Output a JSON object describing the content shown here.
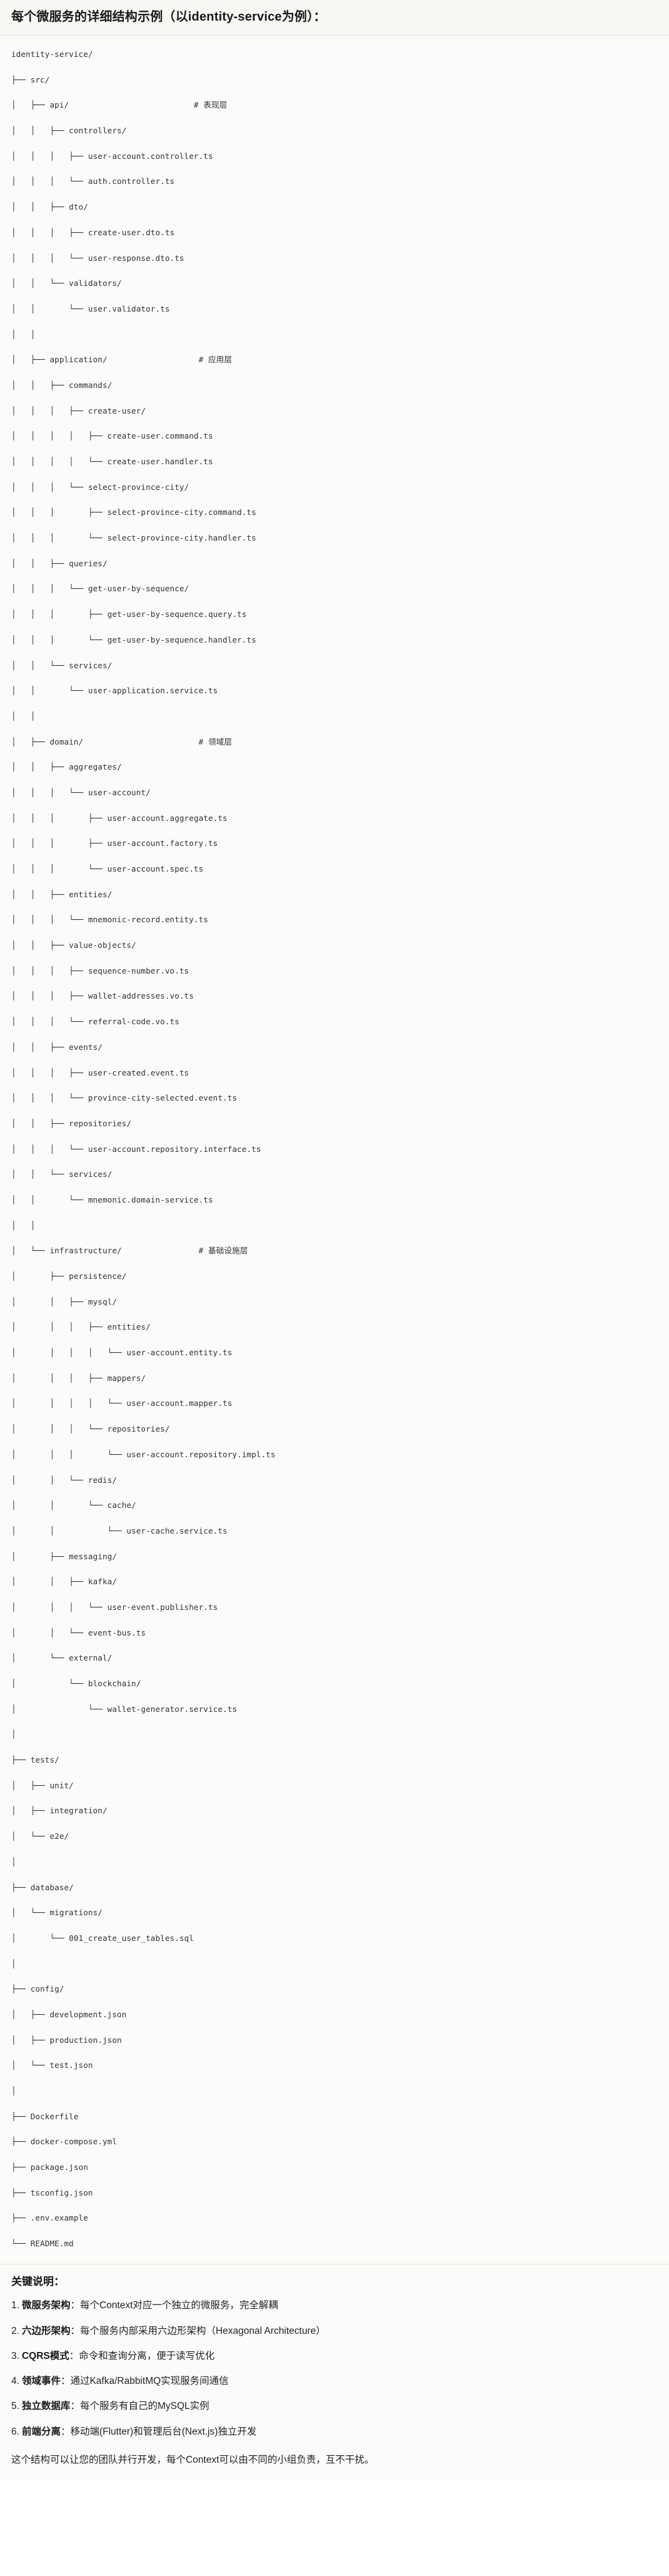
{
  "header": {
    "title": "每个微服务的详细结构示例（以identity-service为例）："
  },
  "tree": {
    "root_label": "identity-service/",
    "lines": [
      "identity-service/",
      "├── src/",
      "│   ├── api/                          # 表现层",
      "│   │   ├── controllers/",
      "│   │   │   ├── user-account.controller.ts",
      "│   │   │   └── auth.controller.ts",
      "│   │   ├── dto/",
      "│   │   │   ├── create-user.dto.ts",
      "│   │   │   └── user-response.dto.ts",
      "│   │   └── validators/",
      "│   │       └── user.validator.ts",
      "│   │",
      "│   ├── application/                   # 应用层",
      "│   │   ├── commands/",
      "│   │   │   ├── create-user/",
      "│   │   │   │   ├── create-user.command.ts",
      "│   │   │   │   └── create-user.handler.ts",
      "│   │   │   └── select-province-city/",
      "│   │   │       ├── select-province-city.command.ts",
      "│   │   │       └── select-province-city.handler.ts",
      "│   │   ├── queries/",
      "│   │   │   └── get-user-by-sequence/",
      "│   │   │       ├── get-user-by-sequence.query.ts",
      "│   │   │       └── get-user-by-sequence.handler.ts",
      "│   │   └── services/",
      "│   │       └── user-application.service.ts",
      "│   │",
      "│   ├── domain/                        # 领域层",
      "│   │   ├── aggregates/",
      "│   │   │   └── user-account/",
      "│   │   │       ├── user-account.aggregate.ts",
      "│   │   │       ├── user-account.factory.ts",
      "│   │   │       └── user-account.spec.ts",
      "│   │   ├── entities/",
      "│   │   │   └── mnemonic-record.entity.ts",
      "│   │   ├── value-objects/",
      "│   │   │   ├── sequence-number.vo.ts",
      "│   │   │   ├── wallet-addresses.vo.ts",
      "│   │   │   └── referral-code.vo.ts",
      "│   │   ├── events/",
      "│   │   │   ├── user-created.event.ts",
      "│   │   │   └── province-city-selected.event.ts",
      "│   │   ├── repositories/",
      "│   │   │   └── user-account.repository.interface.ts",
      "│   │   └── services/",
      "│   │       └── mnemonic.domain-service.ts",
      "│   │",
      "│   └── infrastructure/                # 基础设施层",
      "│       ├── persistence/",
      "│       │   ├── mysql/",
      "│       │   │   ├── entities/",
      "│       │   │   │   └── user-account.entity.ts",
      "│       │   │   ├── mappers/",
      "│       │   │   │   └── user-account.mapper.ts",
      "│       │   │   └── repositories/",
      "│       │   │       └── user-account.repository.impl.ts",
      "│       │   └── redis/",
      "│       │       └── cache/",
      "│       │           └── user-cache.service.ts",
      "│       ├── messaging/",
      "│       │   ├── kafka/",
      "│       │   │   └── user-event.publisher.ts",
      "│       │   └── event-bus.ts",
      "│       └── external/",
      "│           └── blockchain/",
      "│               └── wallet-generator.service.ts",
      "│",
      "├── tests/",
      "│   ├── unit/",
      "│   ├── integration/",
      "│   └── e2e/",
      "│",
      "├── database/",
      "│   └── migrations/",
      "│       └── 001_create_user_tables.sql",
      "│",
      "├── config/",
      "│   ├── development.json",
      "│   ├── production.json",
      "│   └── test.json",
      "│",
      "├── Dockerfile",
      "├── docker-compose.yml",
      "├── package.json",
      "├── tsconfig.json",
      "├── .env.example",
      "└── README.md"
    ],
    "layer_comments": [
      "# 表现层",
      "# 应用层",
      "# 领域层",
      "# 基础设施层"
    ]
  },
  "notes": {
    "title": "关键说明：",
    "items": [
      {
        "index": "1.",
        "term": "微服务架构",
        "sep": "：",
        "desc": "每个Context对应一个独立的微服务，完全解耦"
      },
      {
        "index": "2.",
        "term": "六边形架构",
        "sep": "：",
        "desc": "每个服务内部采用六边形架构（Hexagonal Architecture）"
      },
      {
        "index": "3.",
        "term": "CQRS模式",
        "sep": "：",
        "desc": "命令和查询分离，便于读写优化"
      },
      {
        "index": "4.",
        "term": "领域事件",
        "sep": "：",
        "desc": "通过Kafka/RabbitMQ实现服务间通信"
      },
      {
        "index": "5.",
        "term": "独立数据库",
        "sep": "：",
        "desc": "每个服务有自己的MySQL实例"
      },
      {
        "index": "6.",
        "term": "前端分离",
        "sep": "：",
        "desc": "移动端(Flutter)和管理后台(Next.js)独立开发"
      }
    ],
    "closing": "这个结构可以让您的团队并行开发，每个Context可以由不同的小组负责，互不干扰。"
  },
  "colors": {
    "header_bg": "#f7f7f4",
    "body_bg": "#fbfbf9",
    "text": "#1f2023",
    "code_text": "#2e3136",
    "divider": "#e3e3dd"
  }
}
